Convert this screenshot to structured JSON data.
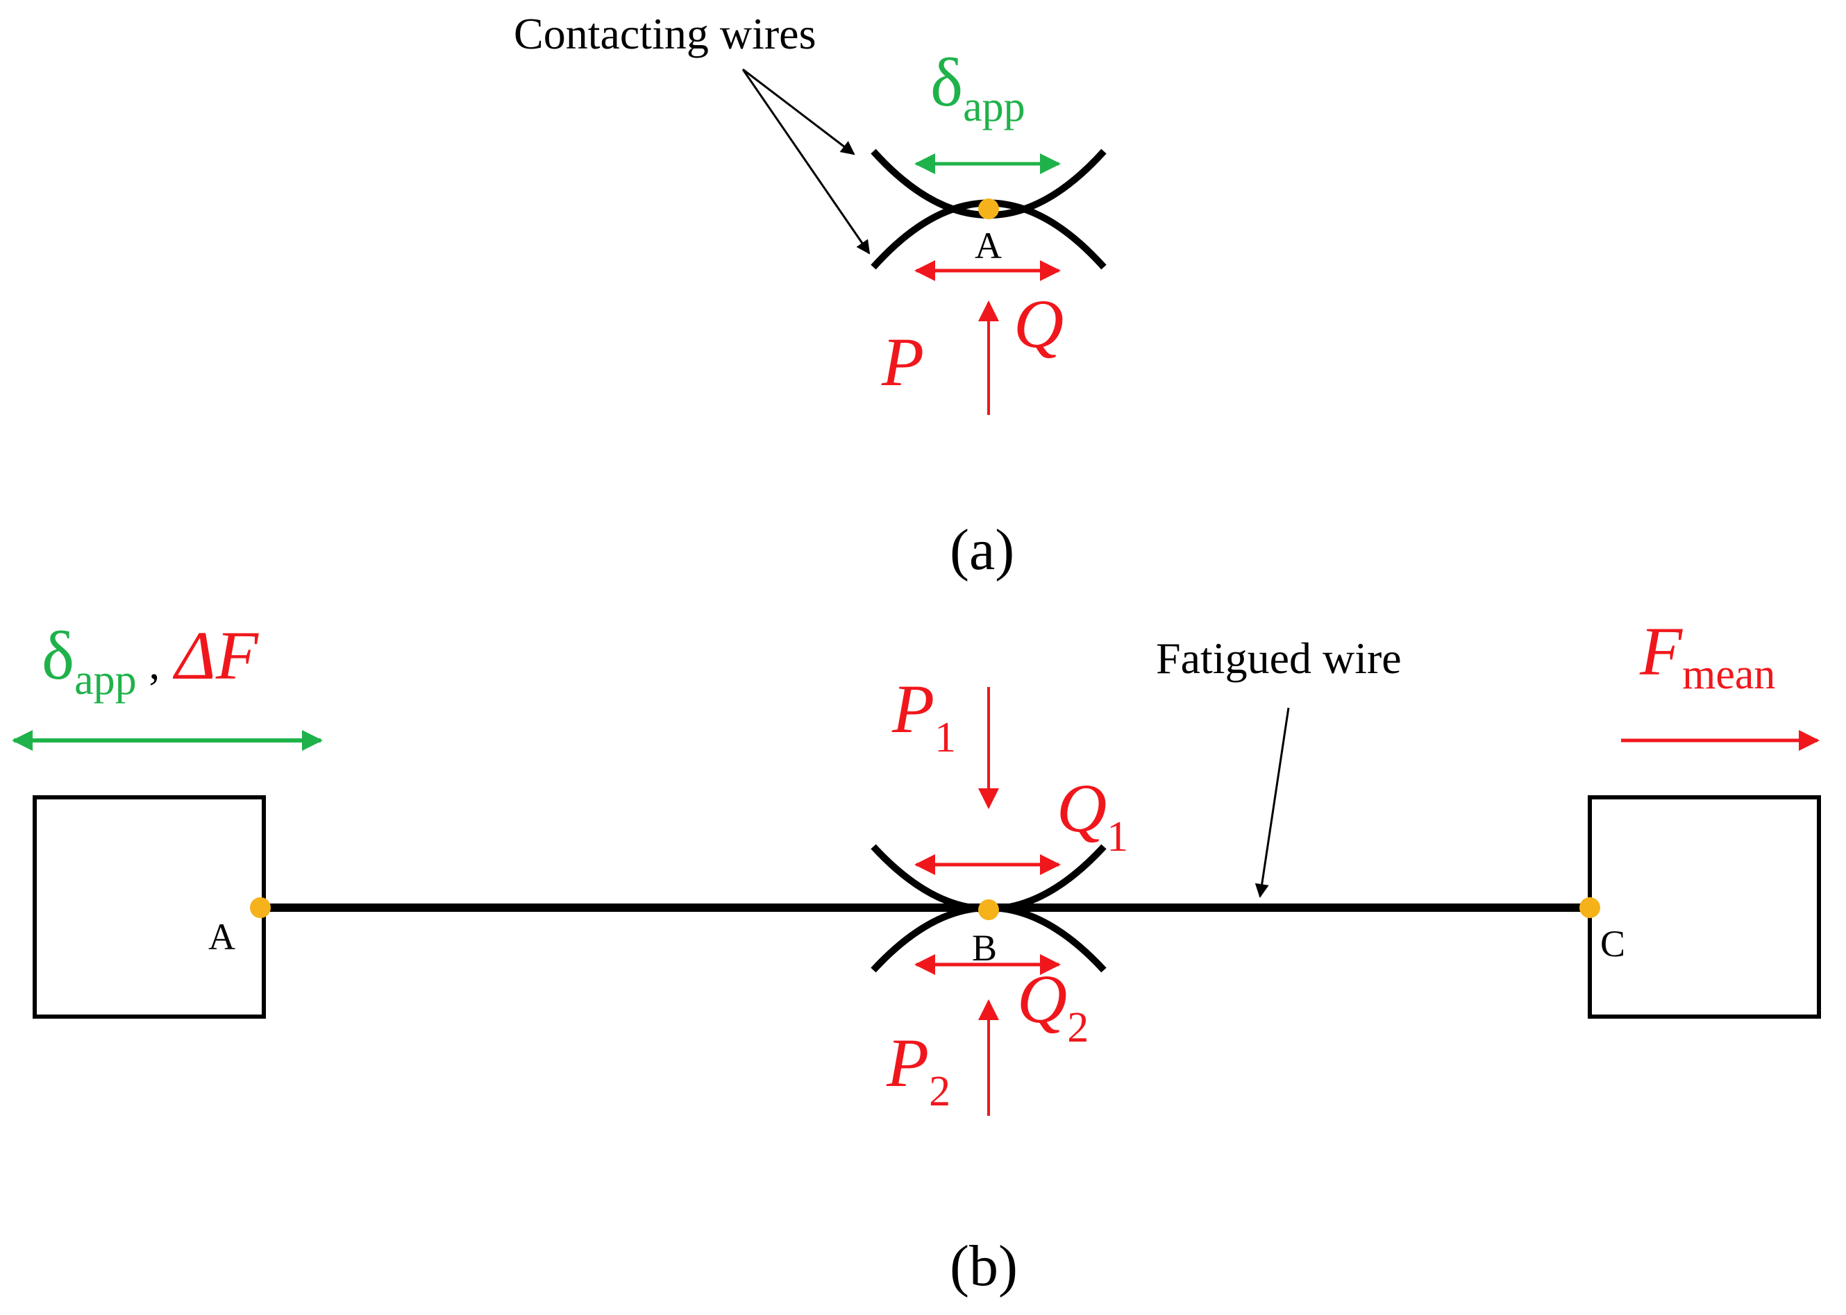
{
  "panel_a": {
    "annotation": "Contacting wires",
    "delta": "δ",
    "delta_sub": "app",
    "point": "A",
    "force_normal": "P",
    "force_tangential": "Q",
    "caption": "(a)"
  },
  "panel_b": {
    "delta": "δ",
    "delta_sub": "app",
    "comma": ",",
    "delta_f": "ΔF",
    "fatigued_label": "Fatigued wire",
    "f_mean": "F",
    "f_mean_sub": "mean",
    "p1": "P",
    "p1_sub": "1",
    "q1": "Q",
    "q1_sub": "1",
    "p2": "P",
    "p2_sub": "2",
    "q2": "Q",
    "q2_sub": "2",
    "point_a": "A",
    "point_b": "B",
    "point_c": "C",
    "caption": "(b)"
  },
  "colors": {
    "green": "#1fb24a",
    "red": "#f0171c",
    "orange": "#f5b21a",
    "black": "#000000"
  }
}
